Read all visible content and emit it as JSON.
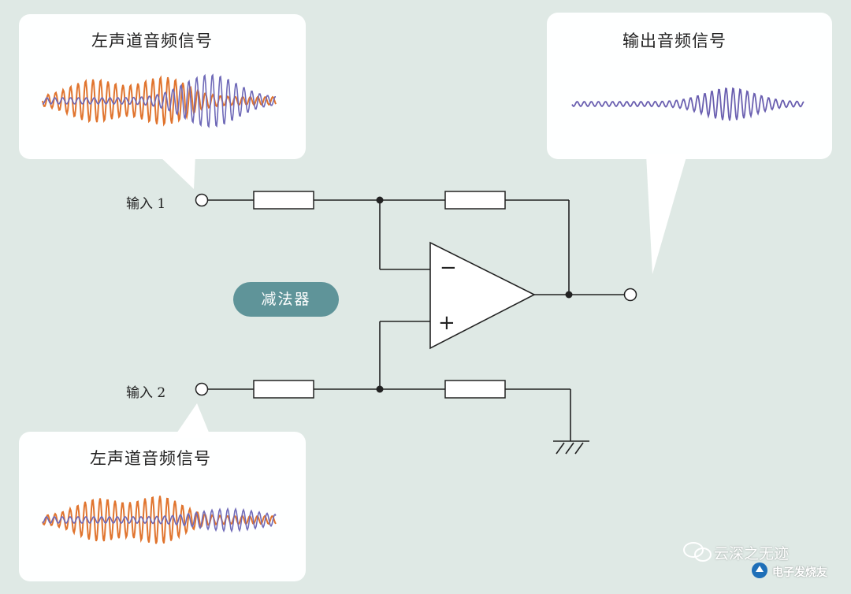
{
  "bubbles": {
    "input_top_title": "左声道音频信号",
    "input_bottom_title": "左声道音频信号",
    "output_title": "输出音频信号"
  },
  "terminals": {
    "input1": "输入 1",
    "input2": "输入 2"
  },
  "circuit": {
    "label": "减法器",
    "minus_sign": "−",
    "plus_sign": "+"
  },
  "watermark": {
    "text": "云深之无迹",
    "sub": "电子发烧友"
  },
  "colors": {
    "wave_orange": "#e0742e",
    "wave_blue": "#6f6ab8",
    "wave_output": "#6a5fb0",
    "pill": "#5f9499",
    "wire": "#222222",
    "background": "#dfe9e5",
    "bubble": "#ffffff"
  }
}
